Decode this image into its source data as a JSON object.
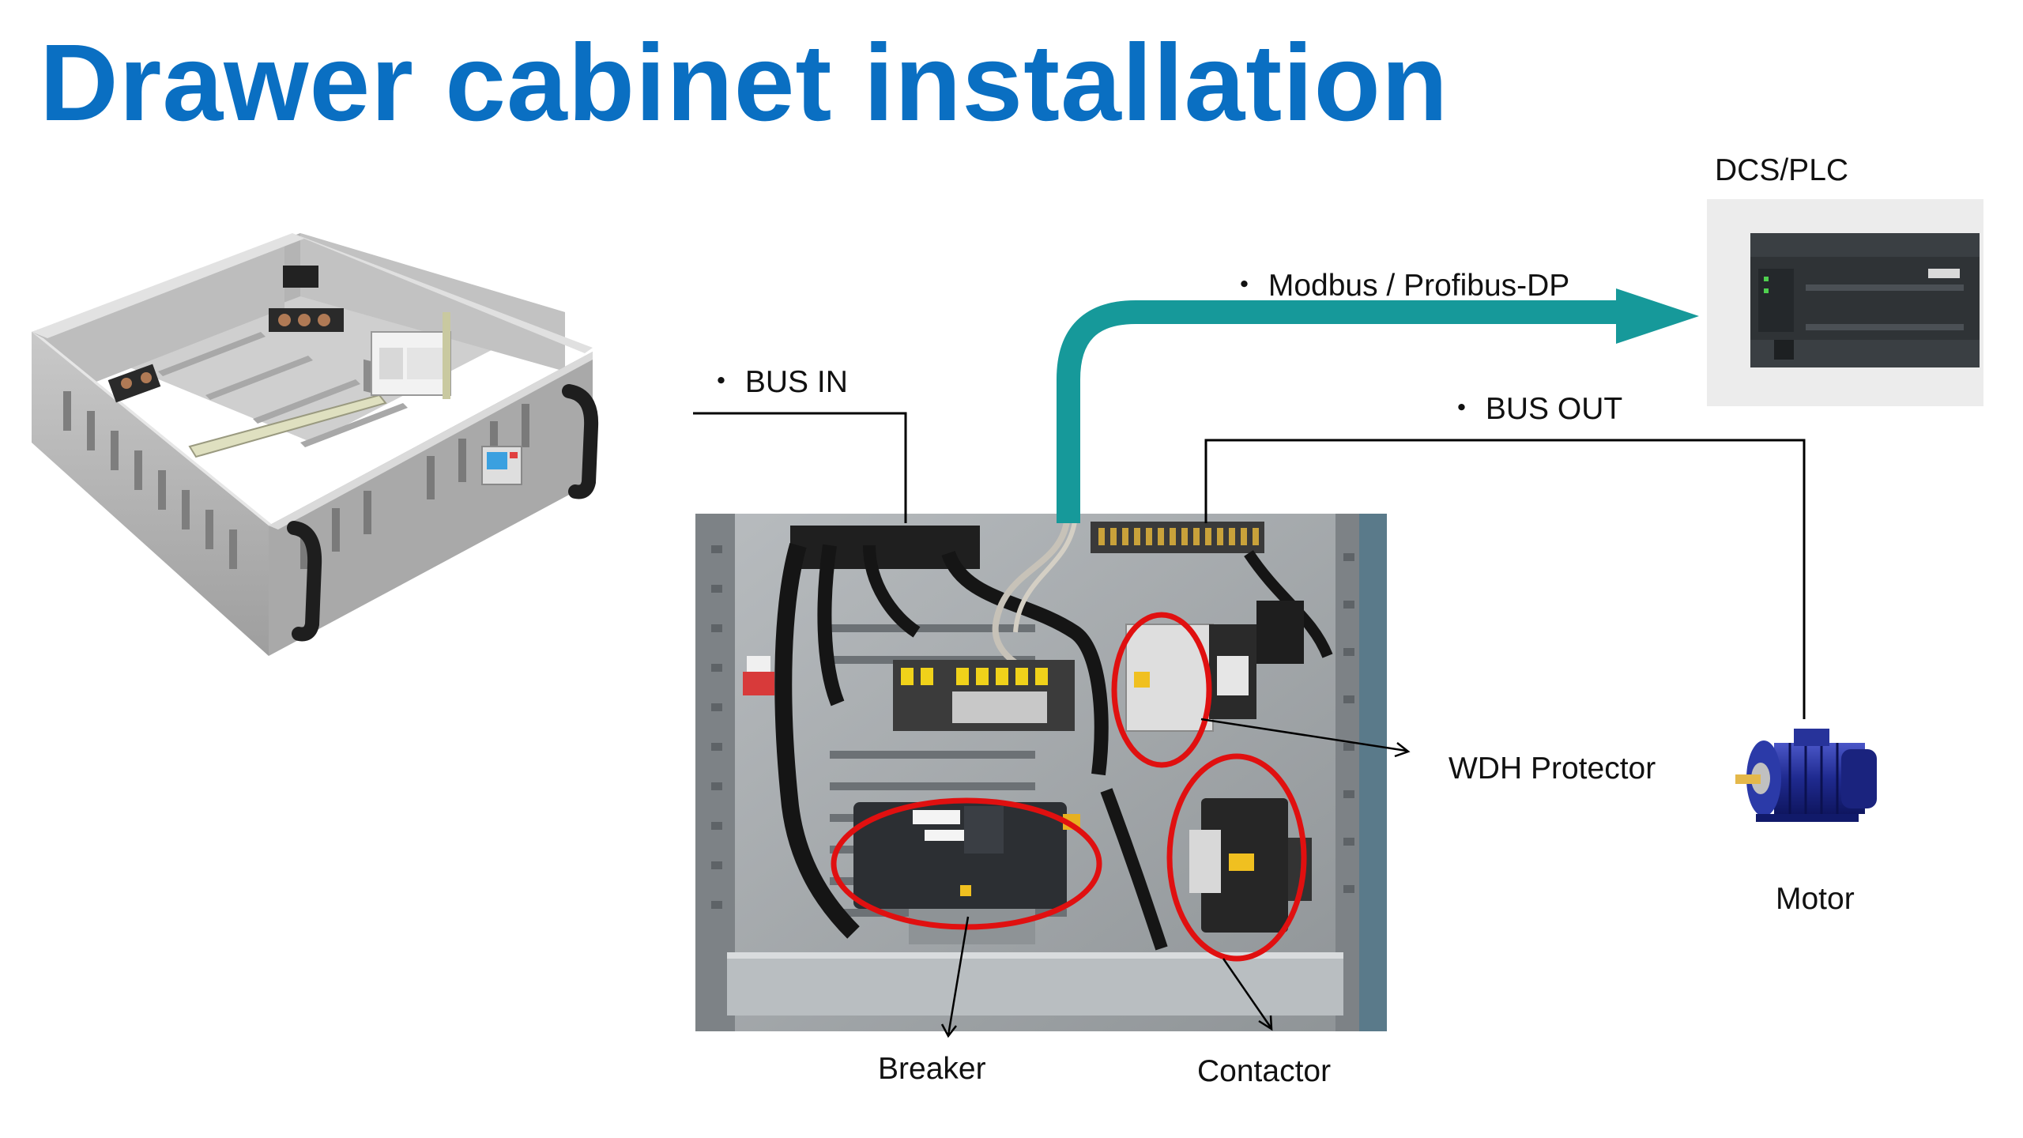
{
  "title": "Drawer cabinet installation",
  "colors": {
    "title": "#0a6fc2",
    "arrow": "#16999a",
    "highlight": "#e01010",
    "line": "#000000"
  },
  "labels": {
    "dcs_plc": "DCS/PLC",
    "modbus": "・ Modbus / Profibus-DP",
    "bus_in": "・ BUS IN",
    "bus_out": "・ BUS OUT",
    "wdh_protector": "WDH Protector",
    "motor": "Motor",
    "breaker": "Breaker",
    "contactor": "Contactor"
  },
  "images": {
    "drawer_render": "drawer-cabinet-render",
    "cabinet_photo": "cabinet-interior-photo",
    "plc": "plc-unit-photo",
    "motor": "motor-photo"
  }
}
